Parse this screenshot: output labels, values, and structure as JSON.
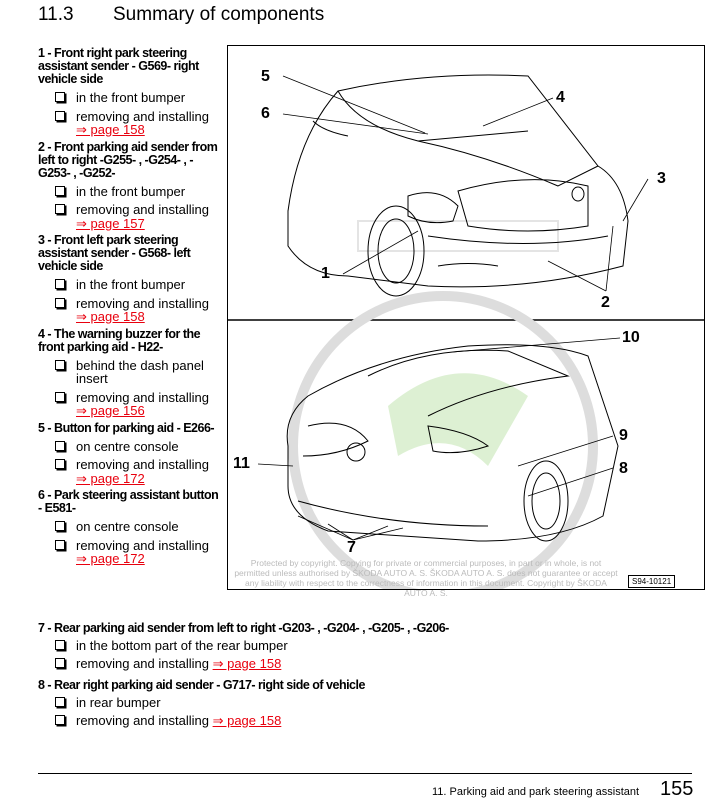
{
  "section": {
    "number": "11.3",
    "title": "Summary of components"
  },
  "items": [
    {
      "title": "1 - Front right park steering assistant sender - G569- right vehicle side",
      "subs": [
        {
          "text": "in the front bumper"
        },
        {
          "text": "removing and installing",
          "link": "⇒ page 158"
        }
      ]
    },
    {
      "title": "2 - Front parking aid sender from left to right -G255- , -G254- , -G253- , -G252-",
      "subs": [
        {
          "text": "in the front bumper"
        },
        {
          "text": "removing and installing",
          "link": "⇒ page 157"
        }
      ]
    },
    {
      "title": "3 - Front left park steering assistant sender - G568- left vehicle side",
      "subs": [
        {
          "text": "in the front bumper"
        },
        {
          "text": "removing and installing",
          "link": "⇒ page 158"
        }
      ]
    },
    {
      "title": "4 - The warning buzzer for the front parking aid - H22-",
      "subs": [
        {
          "text": "behind the dash panel insert"
        },
        {
          "text": "removing and installing",
          "link": "⇒ page 156"
        }
      ]
    },
    {
      "title": "5 - Button for parking aid - E266-",
      "subs": [
        {
          "text": "on centre console"
        },
        {
          "text": "removing and installing",
          "link": "⇒ page 172"
        }
      ]
    },
    {
      "title": "6 - Park steering assistant button - E581-",
      "subs": [
        {
          "text": "on centre console"
        },
        {
          "text": "removing and installing",
          "link": "⇒ page 172"
        }
      ]
    },
    {
      "title": "7 - Rear parking aid sender from left to right -G203- , -G204- , -G205- , -G206-",
      "subs": [
        {
          "text": "in the bottom part of the rear bumper"
        },
        {
          "text": "removing and installing",
          "link": "⇒ page 158"
        }
      ]
    },
    {
      "title": "8 - Rear right parking aid sender - G717- right side of vehicle",
      "subs": [
        {
          "text": "in rear bumper"
        },
        {
          "text": "removing and installing",
          "link": "⇒ page 158"
        }
      ]
    }
  ],
  "figure": {
    "id": "S94-10121",
    "callouts": [
      "1",
      "2",
      "3",
      "4",
      "5",
      "6",
      "7",
      "8",
      "9",
      "10",
      "11"
    ],
    "watermark_logo": "ŠKODA",
    "watermark": "Protected by copyright. Copying for private or commercial purposes, in part or in whole, is not permitted unless authorised by ŠKODA AUTO A. S. ŠKODA AUTO A. S. does not guarantee or accept any liability with respect to the correctness of information in this document. Copyright by ŠKODA AUTO A. S."
  },
  "footer": {
    "chapter": "11. Parking aid and park steering assistant",
    "page": "155"
  }
}
